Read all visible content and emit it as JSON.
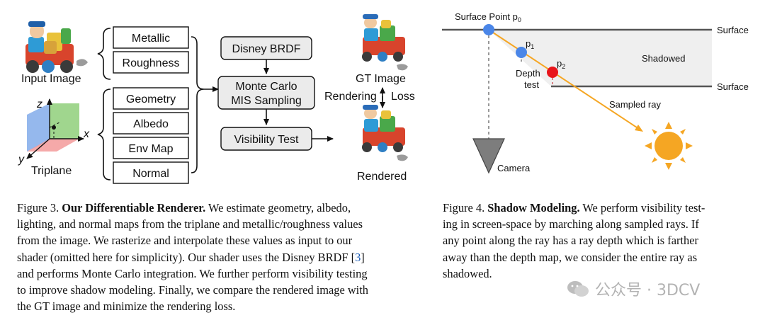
{
  "figure3": {
    "input_image_label": "Input Image",
    "triplane_label": "Triplane",
    "axis_z": "z",
    "axis_x": "x",
    "axis_y": "y",
    "maps_top": [
      "Metallic",
      "Roughness"
    ],
    "maps_bottom": [
      "Geometry",
      "Albedo",
      "Env Map",
      "Normal"
    ],
    "disney_brdf": "Disney BRDF",
    "monte_carlo_line1": "Monte Carlo",
    "monte_carlo_line2": "MIS Sampling",
    "visibility_test": "Visibility Test",
    "gt_image_label": "GT Image",
    "rendering_loss_left": "Rendering",
    "rendering_loss_right": "Loss",
    "rendered_label": "Rendered",
    "loss_color": "#c0141b"
  },
  "figure4": {
    "surface_point_label": "Surface Point p",
    "surface_point_sub": "0",
    "surface_label_top": "Surface",
    "surface_label_bottom": "Surface",
    "shadowed_label": "Shadowed",
    "p1_label": "p",
    "p1_sub": "1",
    "p2_label": "p",
    "p2_sub": "2",
    "depth_test_line1": "Depth",
    "depth_test_line2": "test",
    "sampled_ray_label": "Sampled ray",
    "camera_label": "Camera",
    "colors": {
      "blue_point": "#4a86e8",
      "red_point": "#e8141a",
      "ray": "#f5a623",
      "sun": "#f5a623",
      "shadow_fill": "#efefef"
    }
  },
  "caption3": {
    "lines": [
      {
        "prefix": "Figure 3. ",
        "bold": "Our Differentiable Renderer.",
        "rest": " We estimate geometry, albedo,"
      },
      {
        "text": "lighting, and normal maps from the triplane and metallic/roughness values"
      },
      {
        "text": "from the image. We rasterize and interpolate these values as input to our"
      },
      {
        "text": "shader (omitted here for simplicity). Our shader uses the Disney BRDF [",
        "ref": "3",
        "after": "]"
      },
      {
        "text": "and performs Monte Carlo integration. We further perform visibility testing"
      },
      {
        "text": "to improve shadow modeling. Finally, we compare the rendered image with"
      },
      {
        "text": "the GT image and minimize the rendering loss."
      }
    ]
  },
  "caption4": {
    "lines": [
      {
        "prefix": "Figure 4. ",
        "bold": "Shadow Modeling.",
        "rest": " We perform visibility test-"
      },
      {
        "text": "ing in screen-space by marching along sampled rays. If"
      },
      {
        "text": "any point along the ray has a ray depth which is farther"
      },
      {
        "text": "away than the depth map, we consider the entire ray as"
      },
      {
        "text": "shadowed."
      }
    ]
  },
  "watermark": {
    "text": "公众号 · 3DCV",
    "icon": "wechat-icon"
  }
}
